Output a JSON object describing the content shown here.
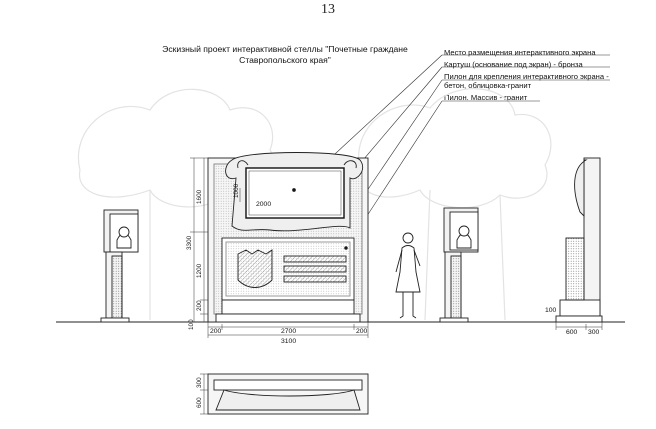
{
  "page_number": "13",
  "title": "Эскизный проект интерактивной стеллы \"Почетные граждане Ставропольского края\"",
  "legend": [
    {
      "id": "screen-place",
      "text": "Место размещения интерактивного экрана"
    },
    {
      "id": "cartouche",
      "text": "Картуш (основание под экран) - бронза"
    },
    {
      "id": "pylon-mount",
      "text": "Пилон для крепления интерактивного экрана -\nбетон, облицовка-гранит"
    },
    {
      "id": "pylon-solid",
      "text": "Пилон. Массив - гранит"
    }
  ],
  "dimensions": {
    "screen_width": "2000",
    "screen_height": "1000",
    "total_height": "3300",
    "upper_height": "1600",
    "lower_height": "1200",
    "base_height": "200",
    "ground_offset": "100",
    "center_width": "2700",
    "side_width": "200",
    "overall_width": "3100",
    "side_depth_base": "100",
    "side_depth": "600",
    "side_thickness": "300",
    "plan_height_top": "300",
    "plan_height_bottom": "600"
  },
  "colors": {
    "line": "#222222",
    "tree": "#e6e6e6",
    "hatch": "#555555"
  }
}
